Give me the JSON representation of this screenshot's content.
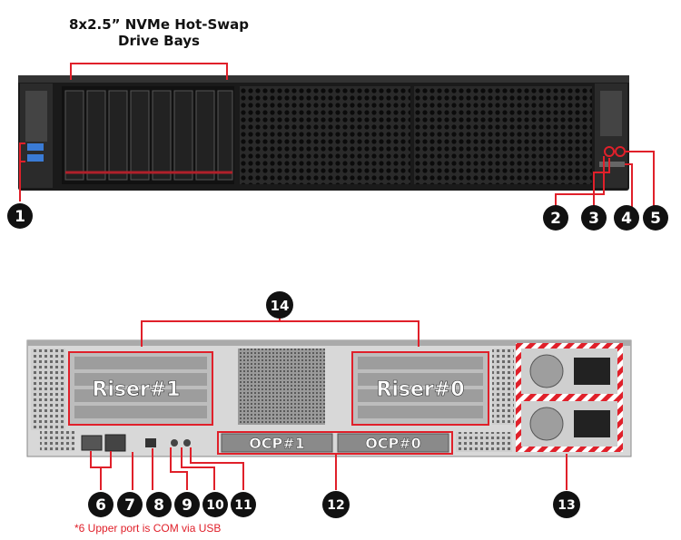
{
  "front": {
    "title_line1": "8x2.5” NVMe Hot-Swap",
    "title_line2": "Drive Bays"
  },
  "rear": {
    "riser1": "Riser#1",
    "riser0": "Riser#0",
    "ocp1": "OCP#1",
    "ocp0": "OCP#0"
  },
  "callouts": [
    "1",
    "2",
    "3",
    "4",
    "5",
    "6",
    "7",
    "8",
    "9",
    "10",
    "11",
    "12",
    "13",
    "14"
  ],
  "footnote": "*6 Upper port is COM via USB",
  "colors": {
    "callout_line": "#e0202a",
    "callout_badge": "#111111",
    "chassis": "#1a1a1a"
  }
}
